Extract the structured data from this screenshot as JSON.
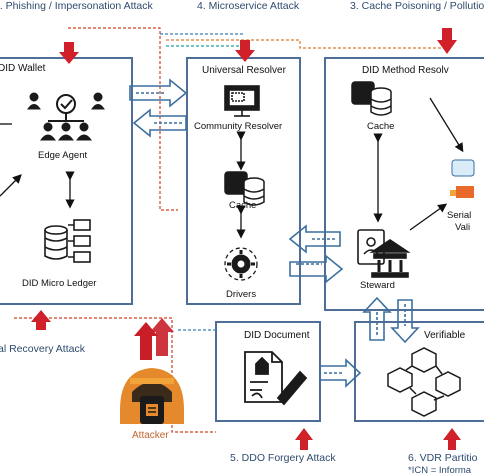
{
  "attacks": {
    "phishing": "1. Phishing / Impersonation Attack",
    "microservice": "4. Microservice Attack",
    "cache": "3. Cache Poisoning / Pollutio",
    "recovery": "al Recovery Attack",
    "forgery": "5. DDO Forgery Attack",
    "vdr": "6. VDR Partitio"
  },
  "wallet": {
    "title": "DID Wallet",
    "edge_agent": "Edge Agent",
    "micro_ledger": "DID Micro Ledger"
  },
  "resolver": {
    "title": "Universal Resolver",
    "community": "Community Resolver",
    "cache": "Cache",
    "drivers": "Drivers"
  },
  "method": {
    "title": "DID Method Resolv",
    "cache": "Cache",
    "serial1": "Serial",
    "serial2": "Vali",
    "steward": "Steward"
  },
  "document": {
    "title": "DID Document"
  },
  "verifiable": {
    "title": "Verifiable"
  },
  "attacker": {
    "label": "Attacker"
  },
  "footnote": "*ICN = Informa",
  "colors": {
    "panel_border": "#4e6e98",
    "attack_arrow": "#d0202a",
    "attacker_orange": "#e07b2a",
    "flow_arrow": "#3c6fa0"
  }
}
